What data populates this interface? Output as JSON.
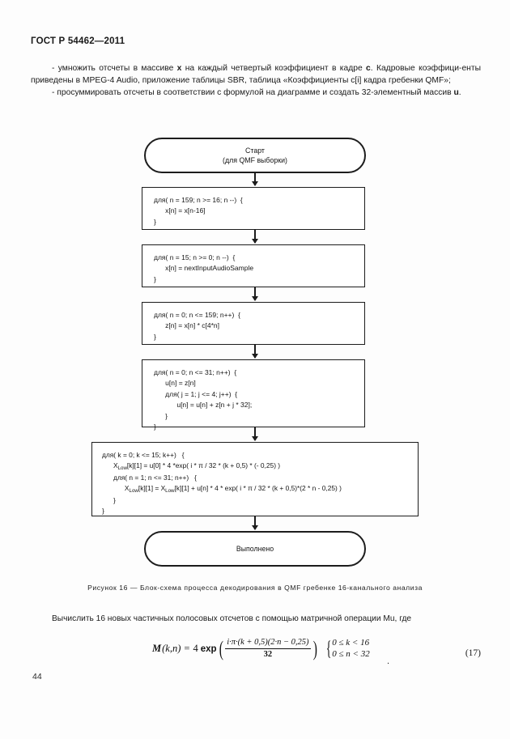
{
  "document": {
    "standard_header": "ГОСТ Р 54462—2011",
    "page_number": "44"
  },
  "intro": {
    "para1_part1": "- умножить отсчеты в массиве ",
    "para1_var1": "x",
    "para1_part2": " на каждый четвертый коэффициент в кадре ",
    "para1_var2": "c",
    "para1_part3": ".  Кадровые  коэффици-енты приведены в MPEG-4 Audio, приложение таблицы SBR, таблица «Коэффициенты c[i] кадра гребенки QMF»;",
    "para2_part1": "- просуммировать  отсчеты  в  соответствии  с  формулой на диаграмме и создать 32-элементный массив ",
    "para2_var1": "u",
    "para2_part2": "."
  },
  "flowchart": {
    "start": {
      "line1": "Старт",
      "line2": "(для QMF выборки)"
    },
    "step1": "для( n = 159; n >= 16; n --)  {\n      x[n] = x[n-16]\n}",
    "step2": "для( n = 15; n >= 0; n --)  {\n      x[n] = nextInputAudioSample\n}",
    "step3": "для( n = 0; n <= 159; n++)  {\n      z[n] = x[n] * c[4*n]\n}",
    "step4": "для( n = 0; n <= 31; n++)  {\n      u[n] = z[n]\n      для( j = 1; j <= 4; j++)  {\n            u[n] = u[n] + z[n + j * 32];\n      }\n}",
    "step5": {
      "l1": "для( k = 0; k <= 15; k++)   {",
      "l2_pre": "      X",
      "l2_sub": "Low",
      "l2_post": "[k][1] = u[0] * 4 *exp( i * π / 32 * (k + 0,5) * (- 0,25) )",
      "l3": "      для( n = 1; n <= 31; n++)   {",
      "l4_pre": "            X",
      "l4_sub1": "Low",
      "l4_mid": "[k][1] = X",
      "l4_sub2": "Low",
      "l4_post": "[k][1] + u[n] * 4 * exp( i * π / 32 * (k + 0,5)*(2 * n - 0,25) )",
      "l5": "      }",
      "l6": "}"
    },
    "end": "Выполнено"
  },
  "caption": "Рисунок   16 — Блок-схема процесса декодирования в QMF гребенке 16-канального анализа",
  "after_text": "Вычислить 16 новых частичных полосовых отсчетов с помощью матричной операции Mu, где",
  "equation": {
    "function": "M",
    "args": "(k,n)",
    "equals": "=",
    "coefficient": "4",
    "exp_label": "exp",
    "numerator": "i·π·(k + 0,5)(2·n − 0,25)",
    "denominator": "32",
    "case1": "0 ≤ k < 16",
    "case2": "0 ≤ n < 32",
    "number": "(17)"
  }
}
